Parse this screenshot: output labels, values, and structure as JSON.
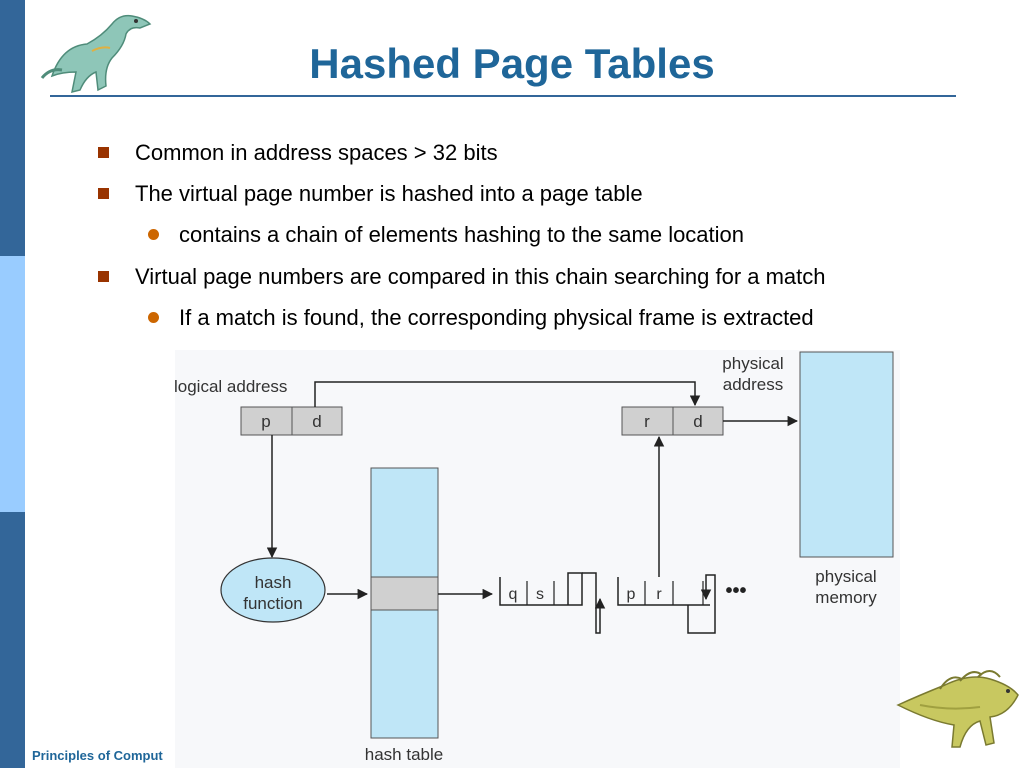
{
  "slide": {
    "title": "Hashed Page Tables",
    "footer": "Principles of Comput"
  },
  "bullets": [
    {
      "level": 1,
      "text": "Common in address spaces > 32 bits"
    },
    {
      "level": 1,
      "text": "The virtual page number is hashed into a page table"
    },
    {
      "level": 2,
      "text": "contains a chain of elements hashing to the same location"
    },
    {
      "level": 1,
      "text": "Virtual page numbers are compared in this chain searching for a match"
    },
    {
      "level": 2,
      "text": "If a match is found, the corresponding physical frame is extracted"
    }
  ],
  "diagram": {
    "logical_address_label": "logical address",
    "logical_p": "p",
    "logical_d": "d",
    "physical_address_label_line1": "physical",
    "physical_address_label_line2": "address",
    "physical_r": "r",
    "physical_d": "d",
    "hash_function_line1": "hash",
    "hash_function_line2": "function",
    "hash_table_label": "hash table",
    "physical_memory_line1": "physical",
    "physical_memory_line2": "memory",
    "chain_q": "q",
    "chain_s": "s",
    "chain_p": "p",
    "chain_r": "r",
    "ellipsis": "•••"
  },
  "colors": {
    "sidebar_dark": "#336699",
    "sidebar_light": "#99ccff",
    "title": "#1f6699",
    "bullet_square": "#993300",
    "bullet_dot": "#cc6600",
    "memory_fill": "#bfe6f7",
    "cell_fill": "#d0d0d0"
  }
}
